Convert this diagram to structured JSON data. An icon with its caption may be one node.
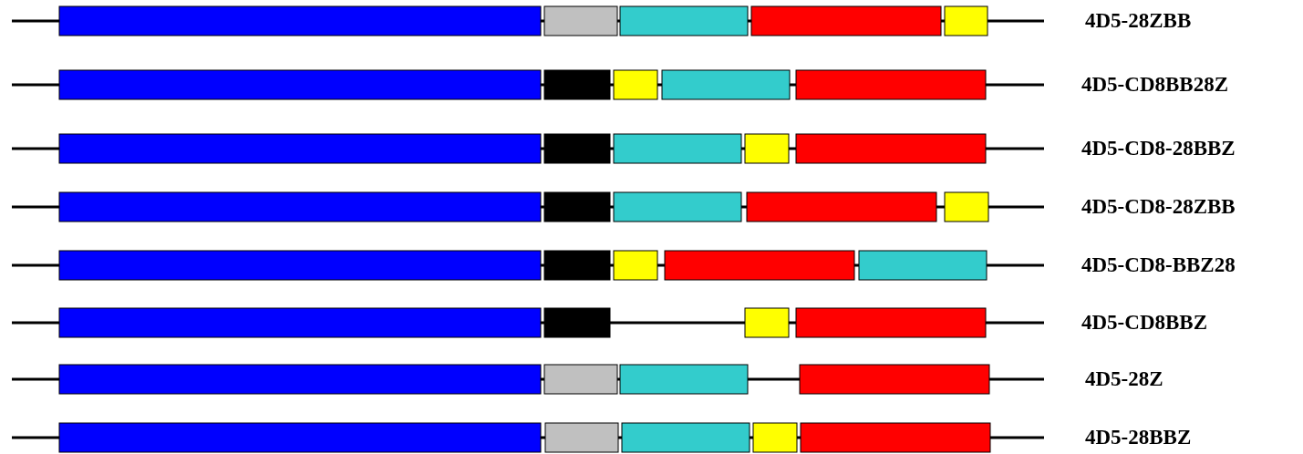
{
  "diagram": {
    "labels": [
      "4D5-28ZBB",
      "4D5-CD8BB28Z",
      "4D5-CD8-28BBZ",
      "4D5-CD8-28ZBB",
      "4D5-CD8-BBZ28",
      "4D5-CD8BBZ",
      "4D5-28Z",
      "4D5-28BBZ"
    ]
  }
}
